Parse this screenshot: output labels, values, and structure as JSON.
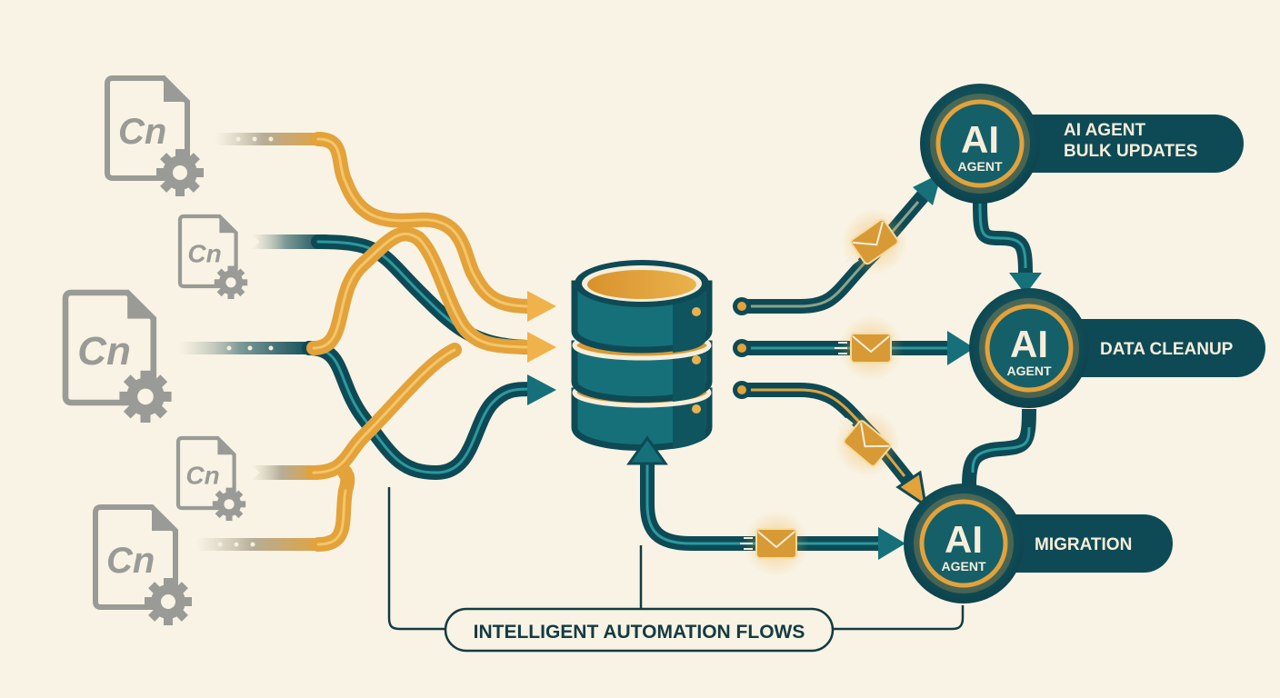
{
  "colors": {
    "background": "#f8f3e4",
    "teal_dark": "#0e4a55",
    "teal": "#16707a",
    "teal_light": "#2a9a9f",
    "gold": "#e3a23a",
    "gold_light": "#f4c66a",
    "gray_icon": "#9a9a96",
    "label_text": "#f6eedb",
    "caption_text": "#133b42"
  },
  "sources": [
    {
      "icon": "cn-document-gear-icon",
      "glyph": "Cn",
      "stream": "gold"
    },
    {
      "icon": "cn-document-gear-icon",
      "glyph": "Cn",
      "stream": "teal"
    },
    {
      "icon": "cn-document-gear-icon",
      "glyph": "Cn",
      "stream": "teal"
    },
    {
      "icon": "cn-document-gear-icon",
      "glyph": "Cn",
      "stream": "gold"
    },
    {
      "icon": "cn-document-gear-icon",
      "glyph": "Cn",
      "stream": "gold"
    }
  ],
  "hub": {
    "icon": "database-icon"
  },
  "agents": [
    {
      "badge_main": "AI",
      "badge_sub": "AGENT",
      "label_line1": "AI AGENT",
      "label_line2": "BULK UPDATES"
    },
    {
      "badge_main": "AI",
      "badge_sub": "AGENT",
      "label_line1": "DATA CLEANUP",
      "label_line2": ""
    },
    {
      "badge_main": "AI",
      "badge_sub": "AGENT",
      "label_line1": "MIGRATION",
      "label_line2": ""
    }
  ],
  "messages": [
    {
      "icon": "envelope-icon",
      "route": "database-to-bulk-updates"
    },
    {
      "icon": "envelope-icon",
      "route": "database-to-data-cleanup"
    },
    {
      "icon": "envelope-icon",
      "route": "database-to-migration"
    },
    {
      "icon": "envelope-icon",
      "route": "migration-feedback-to-database"
    }
  ],
  "caption": "INTELLIGENT AUTOMATION FLOWS"
}
